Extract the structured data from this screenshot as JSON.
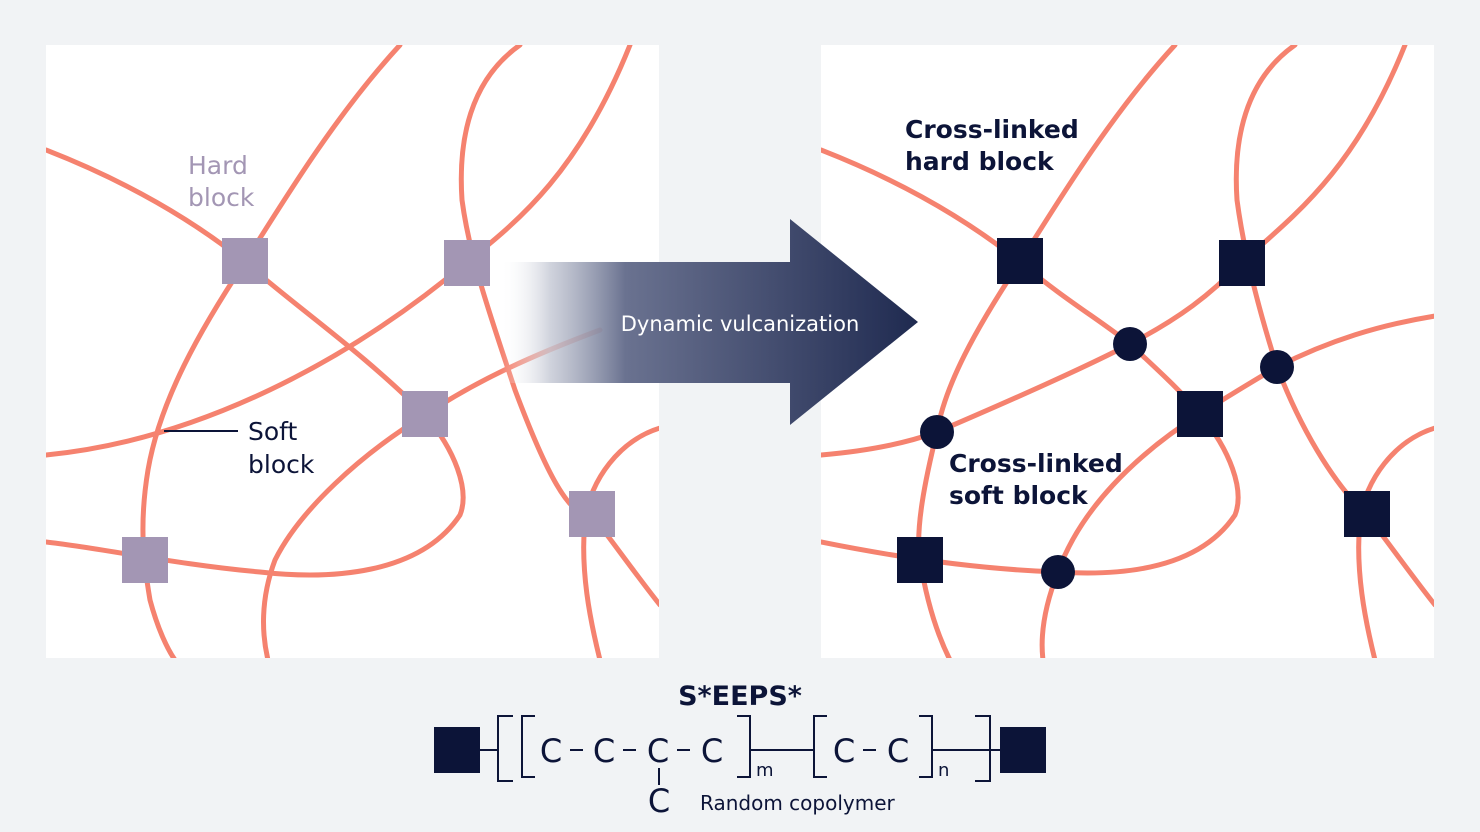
{
  "left_panel": {
    "hard_block_label": [
      "Hard",
      "block"
    ],
    "soft_block_label": [
      "Soft",
      "block"
    ]
  },
  "arrow": {
    "label": "Dynamic vulcanization"
  },
  "right_panel": {
    "crosslinked_hard_label": [
      "Cross-linked",
      "hard block"
    ],
    "crosslinked_soft_label": [
      "Cross-linked",
      "soft block"
    ]
  },
  "formula": {
    "title": "S*EEPS*",
    "unit1_atoms": [
      "C",
      "C",
      "C",
      "C"
    ],
    "branch_atom": "C",
    "subscript_m": "m",
    "unit2_atoms": [
      "C",
      "C"
    ],
    "subscript_n": "n",
    "caption": "Random copolymer"
  },
  "colors": {
    "background": "#f1f3f5",
    "panel": "#ffffff",
    "chain": "#f5826f",
    "hard_block": "#a396b4",
    "crosslink": "#0c1438",
    "arrow": "#2b3558",
    "hard_label": "#a396b4",
    "text": "#0c1438"
  }
}
